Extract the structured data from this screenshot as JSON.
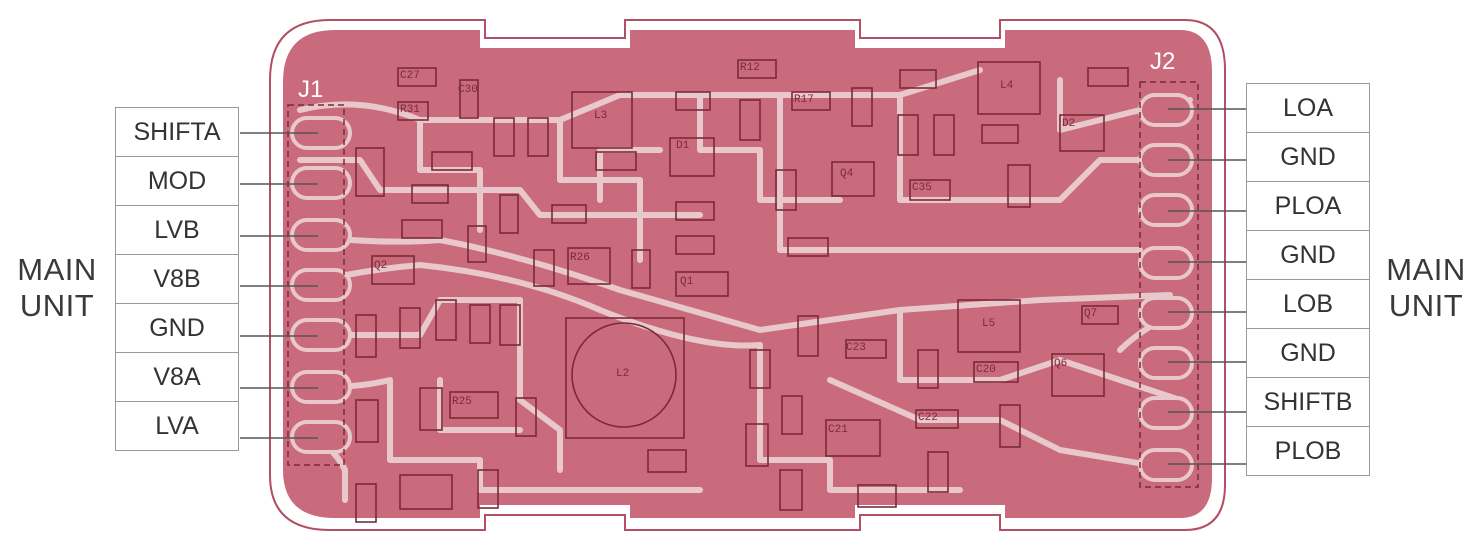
{
  "left_side": {
    "title_line1": "MAIN",
    "title_line2": "UNIT",
    "pins": [
      "SHIFTA",
      "MOD",
      "LVB",
      "V8B",
      "GND",
      "V8A",
      "LVA"
    ]
  },
  "right_side": {
    "title_line1": "MAIN",
    "title_line2": "UNIT",
    "pins": [
      "LOA",
      "GND",
      "PLOA",
      "GND",
      "LOB",
      "GND",
      "SHIFTB",
      "PLOB"
    ]
  },
  "connectors": {
    "j1": "J1",
    "j2": "J2"
  },
  "components": {
    "inductors": [
      "L3",
      "L4",
      "L5",
      "L2"
    ],
    "others": [
      "C27",
      "R31",
      "C30",
      "R12",
      "R17",
      "Q4",
      "C35",
      "C20",
      "C22",
      "C21",
      "Q6",
      "Q7",
      "C23",
      "R25",
      "R26",
      "Q1",
      "Q2",
      "D1",
      "D2"
    ]
  },
  "colors": {
    "board": "#c96a7d",
    "board_outline": "#b24f64",
    "trace": "#e9c8cc",
    "background": "#ffffff"
  }
}
